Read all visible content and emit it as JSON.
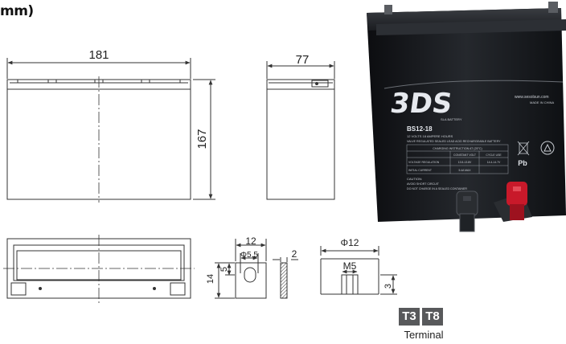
{
  "heading": "mm)",
  "dimensions": {
    "length": "181",
    "width": "77",
    "height": "167"
  },
  "terminal_details": {
    "tab_width": "12",
    "hole_diameter": "Φ5.5",
    "hole_offset": "5",
    "tab_height": "14",
    "tab_thickness": "2",
    "terminal_diameter": "Φ12",
    "thread": "M5",
    "thread_height": "3"
  },
  "product": {
    "brand": "3DS",
    "brand_sub": "SLA BATTERY",
    "model": "BS12-18",
    "website": "www.sesolsun.com",
    "made_in": "MADE IN CHINA",
    "spec_line_1": "12 VOLTS 18 AMPERE HOURS",
    "spec_line_2": "VALVE REGULATED SEALED LEAD ACID RECHARGEABLE BATTERY",
    "table_title": "CHARGING INSTRUCTION AT (25°C)",
    "table_head_1": "CONSTANT VOLT",
    "table_head_2": "CYCLE USE",
    "table_row1_label": "VOLTAGE REGULATION",
    "table_row1_val1": "13.5-13.8V",
    "table_row1_val2": "14.4-14.7V",
    "table_row2_label": "INITIAL CURRENT",
    "table_row2_val1": "5.4A MAX",
    "caution_1": "CAUTION:",
    "caution_2": "AVOID SHORT CIRCUIT",
    "caution_3": "DO NOT CHARGE IN A SEALED CONTAINER",
    "pb_mark": "Pb",
    "colors": {
      "case": "#1c1e22",
      "label_text": "#d8dce2",
      "red_terminal": "#c8192a",
      "black_terminal": "#2a2d31"
    }
  },
  "terminal_types": [
    "T3",
    "T8"
  ],
  "terminal_caption": "Terminal"
}
